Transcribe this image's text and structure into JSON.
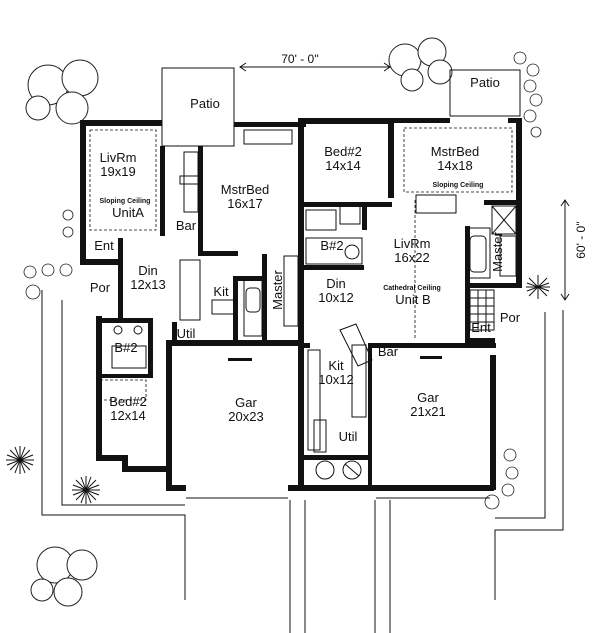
{
  "dimensions": {
    "width_label": "70' - 0''",
    "depth_label": "60' - 0''"
  },
  "rooms": [
    {
      "id": "patio-a",
      "name": "Patio",
      "size": ""
    },
    {
      "id": "livrm-a",
      "name": "LivRm",
      "size": "19x19"
    },
    {
      "id": "mstrbed-a",
      "name": "MstrBed",
      "size": "16x17"
    },
    {
      "id": "bed2-b",
      "name": "Bed#2",
      "size": "14x14"
    },
    {
      "id": "mstrbed-b",
      "name": "MstrBed",
      "size": "14x18"
    },
    {
      "id": "patio-b",
      "name": "Patio",
      "size": ""
    },
    {
      "id": "din-a",
      "name": "Din",
      "size": "12x13"
    },
    {
      "id": "livrm-b",
      "name": "LivRm",
      "size": "16x22"
    },
    {
      "id": "din-b",
      "name": "Din",
      "size": "10x12"
    },
    {
      "id": "gar-a",
      "name": "Gar",
      "size": "20x23"
    },
    {
      "id": "gar-b",
      "name": "Gar",
      "size": "21x21"
    },
    {
      "id": "bed2-a",
      "name": "Bed#2",
      "size": "12x14"
    },
    {
      "id": "kit-b",
      "name": "Kit",
      "size": "10x12"
    }
  ],
  "labels": {
    "unit_a": "UnitA",
    "unit_b": "Unit B",
    "bar_a": "Bar",
    "bar_b": "Bar",
    "ent_a": "Ent",
    "ent_b": "Ent",
    "por_a": "Por",
    "por_b": "Por",
    "kit_a": "Kit",
    "master_a": "Master",
    "master_b": "Master",
    "bath_b": "B#2",
    "bath_a": "B#2",
    "util_a": "Util",
    "util_b": "Util"
  },
  "notes": {
    "sloping_a": "Sloping Ceiling",
    "sloping_b": "Sloping Ceiling",
    "cathedral_b": "Cathedral Ceiling"
  }
}
